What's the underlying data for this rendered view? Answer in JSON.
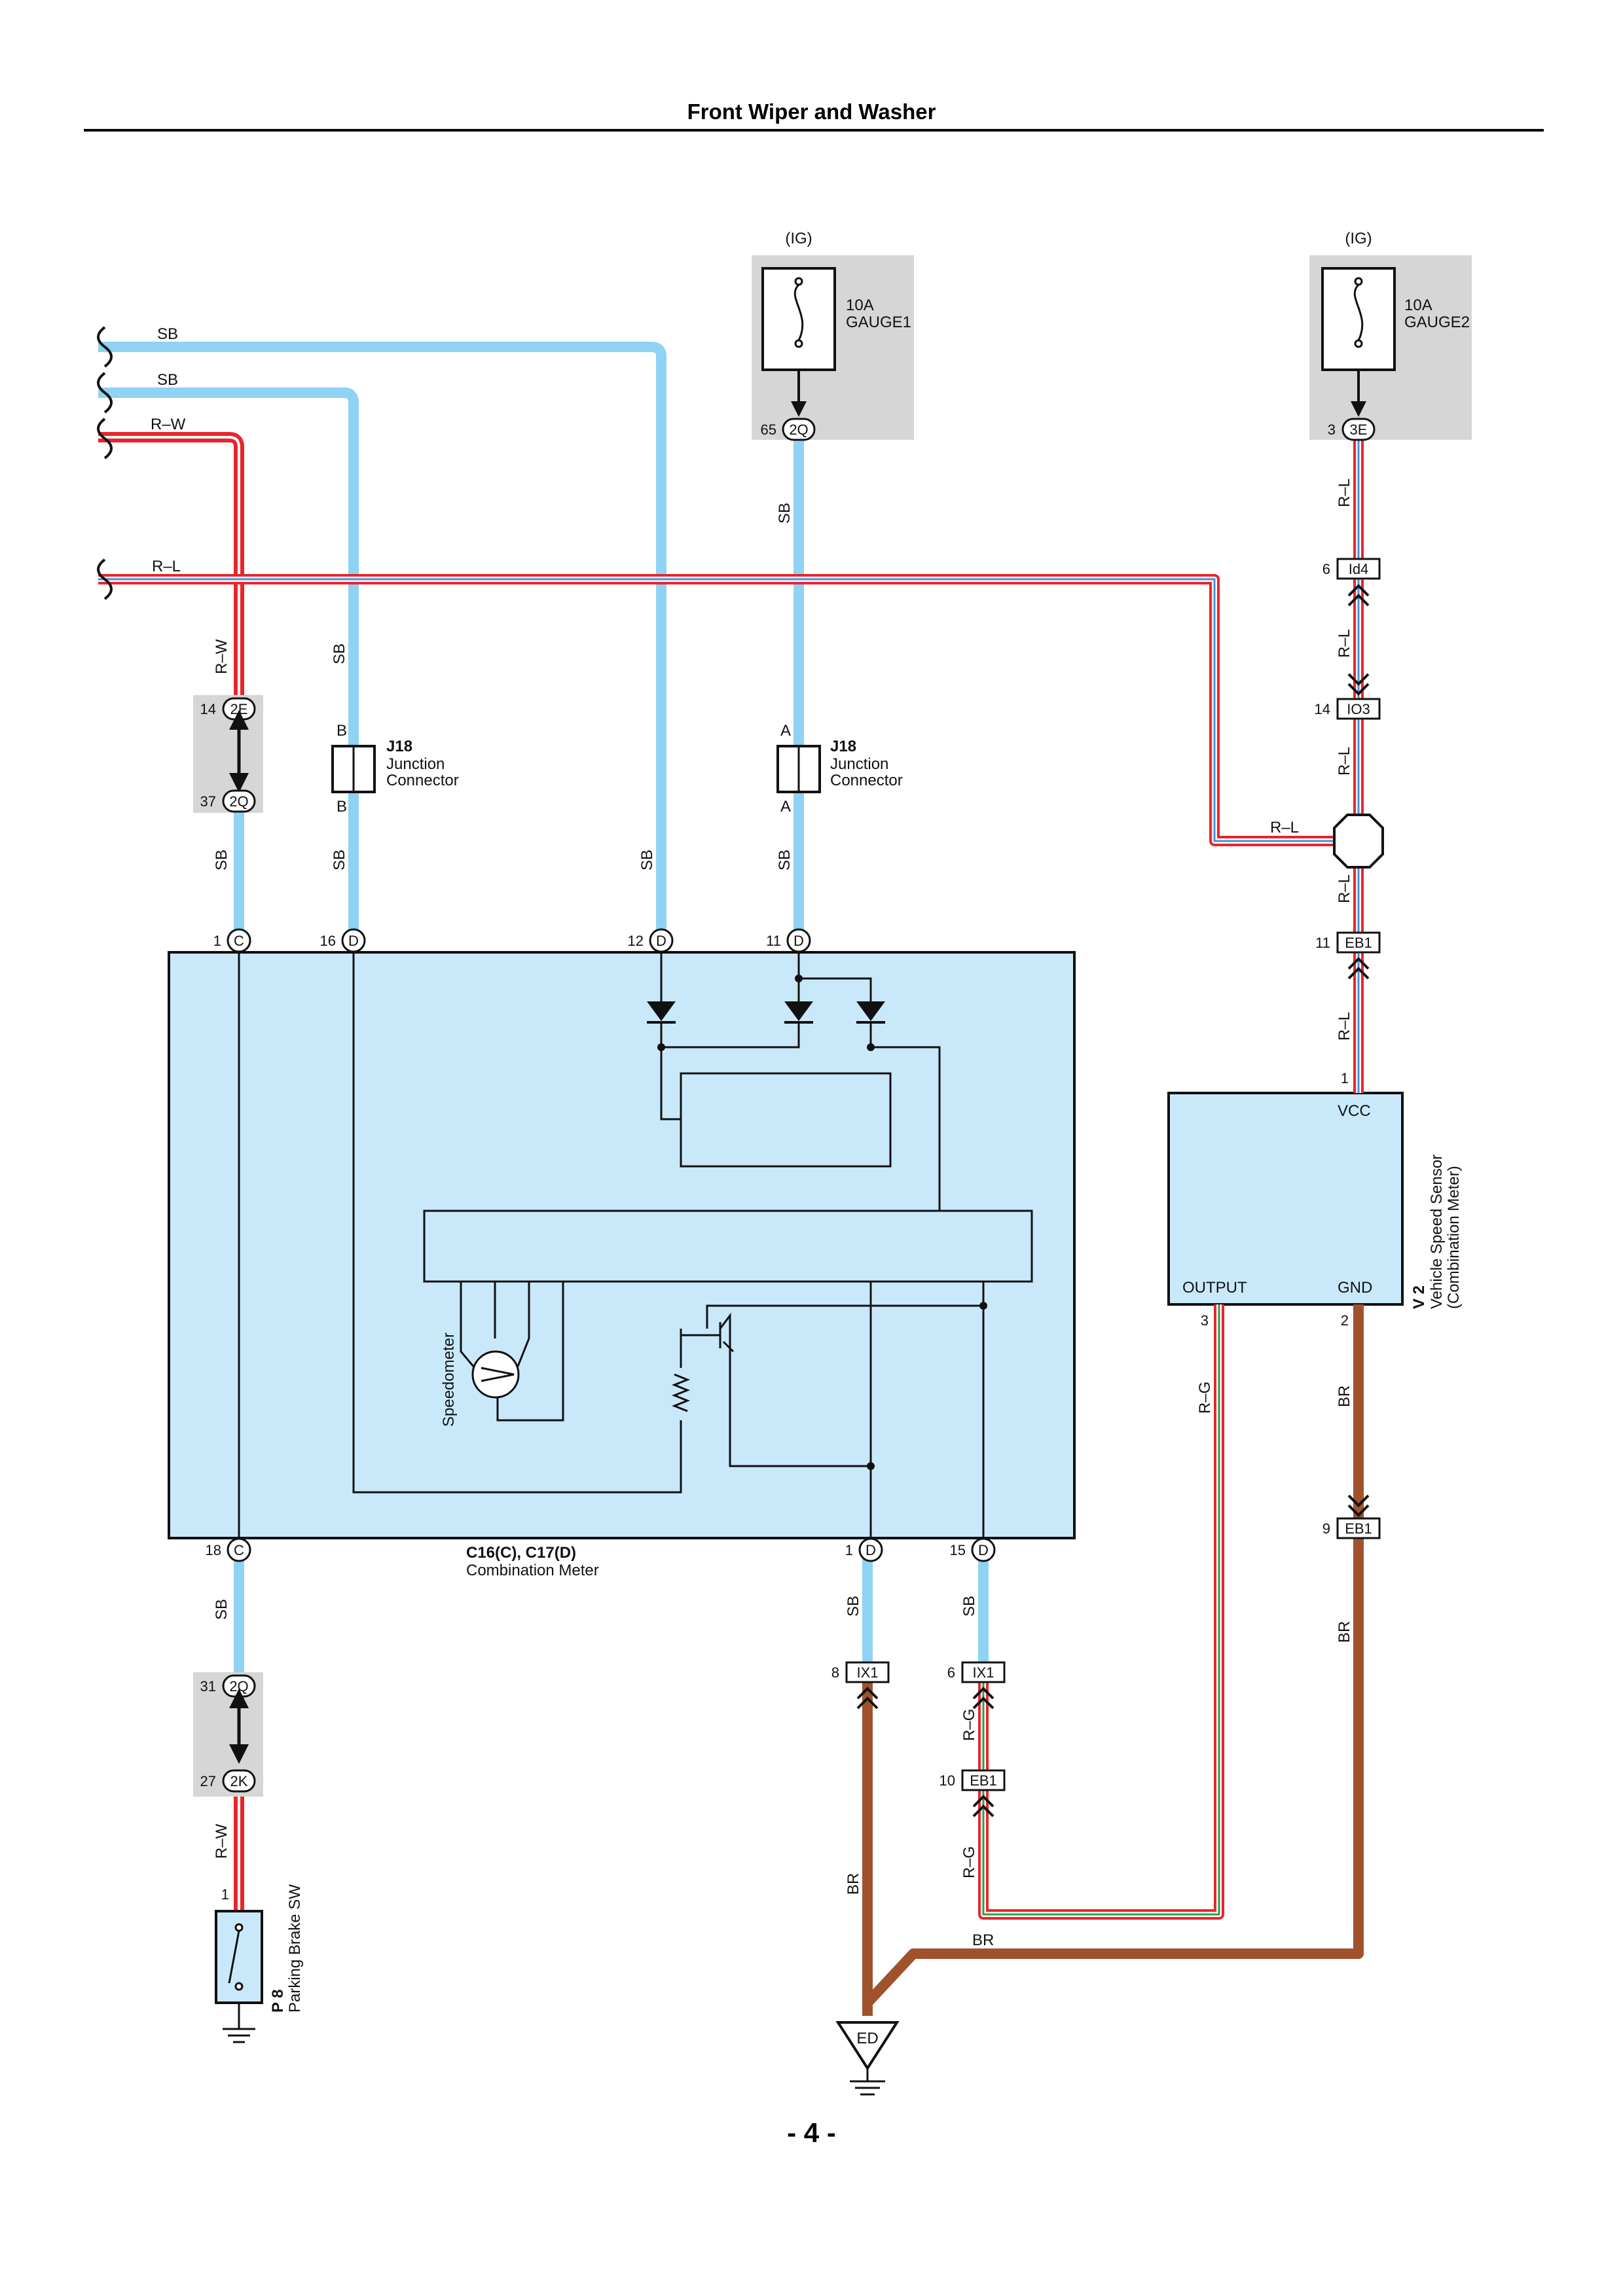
{
  "title": "Front Wiper and Washer",
  "page_number": "- 4 -",
  "colors": {
    "SB": "#8fd3f4",
    "R": "#e8262c",
    "L": "#4a90d9",
    "BR": "#a0522d",
    "G": "#2e9d4a",
    "W": "#ffffff",
    "component_fill": "#c9e9fb",
    "fuse_box_fill": "#d6d6d6"
  },
  "wire_codes": {
    "sb": "SB",
    "rw": "R–W",
    "rl": "R–L",
    "rg": "R–G",
    "br": "BR"
  },
  "fuses": [
    {
      "ign": "(IG)",
      "rating": "10A",
      "name": "GAUGE1",
      "pin": "65",
      "connector": "2Q"
    },
    {
      "ign": "(IG)",
      "rating": "10A",
      "name": "GAUGE2",
      "pin": "3",
      "connector": "3E"
    }
  ],
  "junction_connectors": [
    {
      "code": "J18",
      "name_line1": "Junction",
      "name_line2": "Connector",
      "pin_top": "B",
      "pin_bottom": "B"
    },
    {
      "code": "J18",
      "name_line1": "Junction",
      "name_line2": "Connector",
      "pin_top": "A",
      "pin_bottom": "A"
    }
  ],
  "connectors": {
    "c2e": {
      "pin": "14",
      "code": "2E"
    },
    "c2q_a": {
      "pin": "37",
      "code": "2Q"
    },
    "c2q_b": {
      "pin": "31",
      "code": "2Q"
    },
    "c2k": {
      "pin": "27",
      "code": "2K"
    },
    "id4": {
      "pin": "6",
      "code": "Id4"
    },
    "io3": {
      "pin": "14",
      "code": "IO3"
    },
    "eb1_a": {
      "pin": "11",
      "code": "EB1"
    },
    "eb1_b": {
      "pin": "9",
      "code": "EB1"
    },
    "eb1_c": {
      "pin": "10",
      "code": "EB1"
    },
    "ix1_a": {
      "pin": "8",
      "code": "IX1"
    },
    "ix1_b": {
      "pin": "6",
      "code": "IX1"
    }
  },
  "meter_pins": {
    "top": [
      {
        "pin": "1",
        "code": "C"
      },
      {
        "pin": "16",
        "code": "D"
      },
      {
        "pin": "12",
        "code": "D"
      },
      {
        "pin": "11",
        "code": "D"
      }
    ],
    "bottom": [
      {
        "pin": "18",
        "code": "C"
      },
      {
        "pin": "1",
        "code": "D"
      },
      {
        "pin": "15",
        "code": "D"
      }
    ]
  },
  "combination_meter": {
    "code": "C16(C), C17(D)",
    "name": "Combination Meter",
    "speedometer": "Speedometer"
  },
  "speed_sensor": {
    "code": "V 2",
    "name_line1": "Vehicle Speed Sensor",
    "name_line2": "(Combination Meter)",
    "vcc": "VCC",
    "output": "OUTPUT",
    "gnd": "GND",
    "pin_vcc": "1",
    "pin_output": "3",
    "pin_gnd": "2"
  },
  "parking_brake": {
    "code": "P 8",
    "name": "Parking Brake SW",
    "pin": "1"
  },
  "ground": {
    "code": "ED"
  }
}
